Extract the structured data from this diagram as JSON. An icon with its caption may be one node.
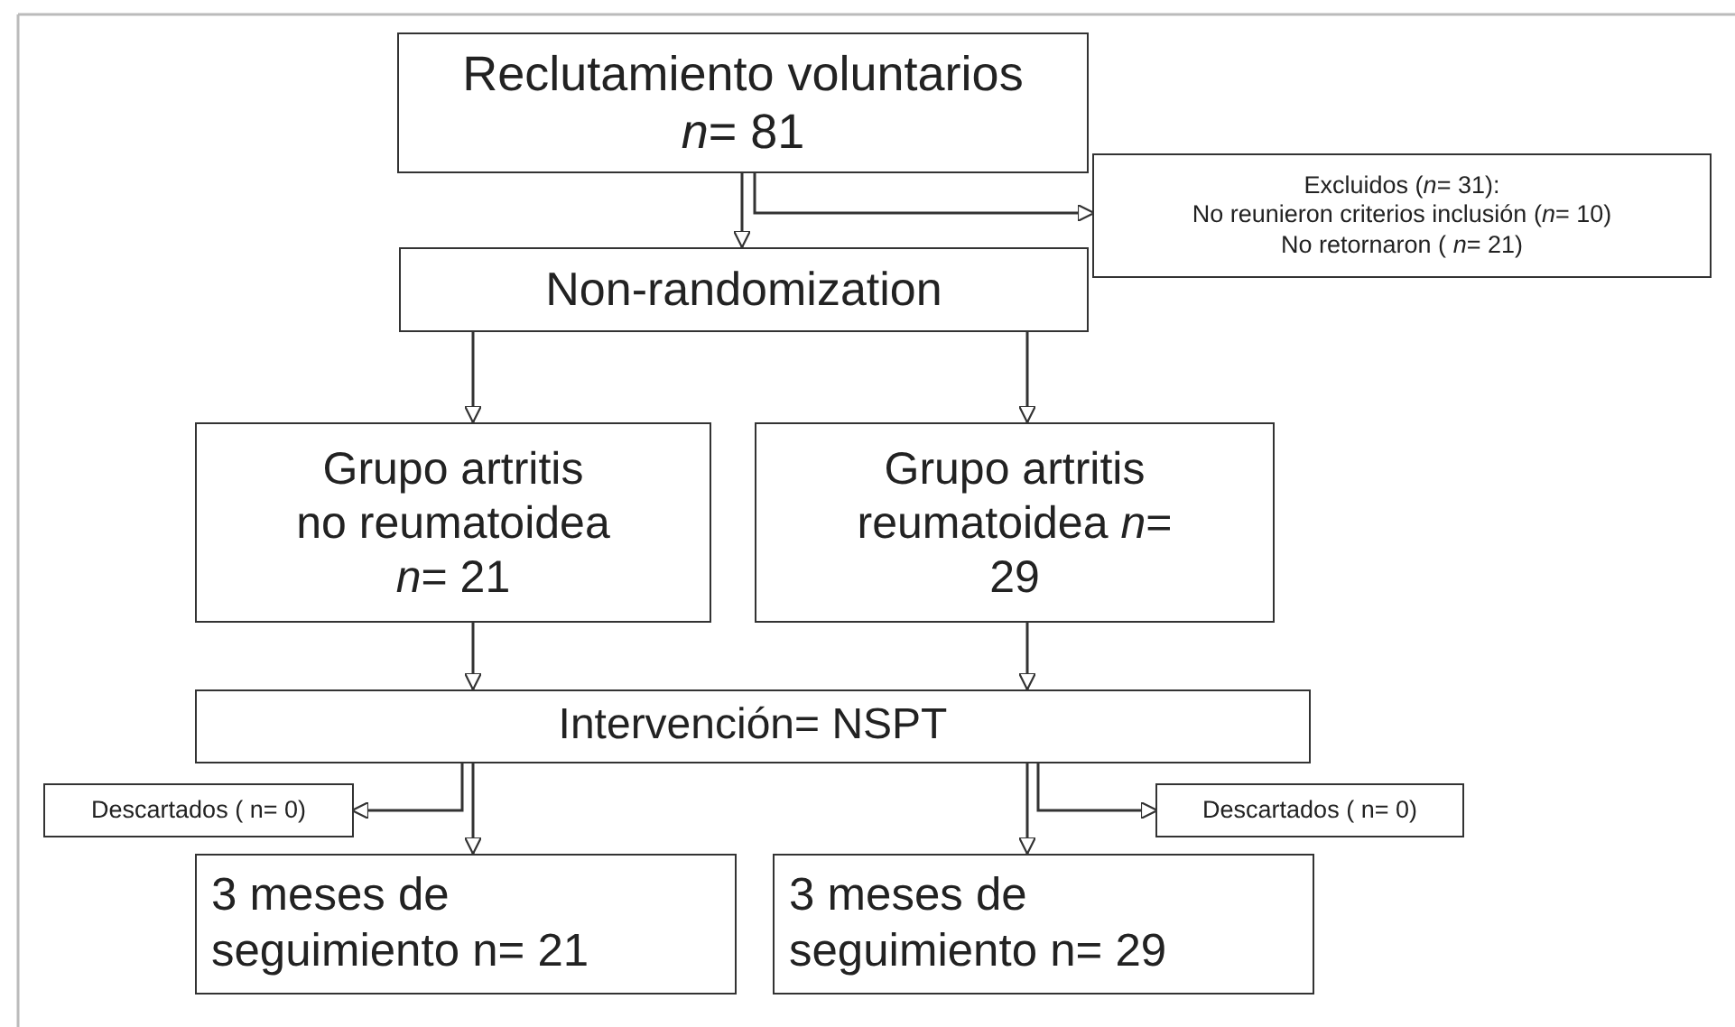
{
  "diagram": {
    "nodes": [
      {
        "text": [
          "Reclutamiento voluntarios *n*= 81"
        ]
      },
      {
        "text": [
          "Excluidos (*n*= 31):",
          "No reunieron criterios inclusión  (*n*= 10)",
          "No retornaron ( *n*= 21)"
        ]
      },
      {
        "text": [
          "Non-randomization"
        ]
      },
      {
        "text": [
          "Grupo artritis no reumatoidea *n*= 21"
        ]
      },
      {
        "text": [
          "Grupo artritis reumatoidea *n*= 29"
        ]
      },
      {
        "text": [
          "Intervención= NSPT"
        ]
      },
      {
        "text": [
          "Descartados ( n= 0)"
        ]
      },
      {
        "text": [
          "Descartados ( n= 0)"
        ]
      },
      {
        "text": [
          "3 meses de seguimiento n= 21"
        ]
      },
      {
        "text": [
          "3 meses de seguimiento n= 29"
        ]
      }
    ],
    "edges": [
      {
        "from": 0,
        "to": 2,
        "arrow": "to"
      },
      {
        "from": 0,
        "to": 1,
        "arrow": "to"
      },
      {
        "from": 2,
        "to": 3,
        "arrow": "to"
      },
      {
        "from": 2,
        "to": 4,
        "arrow": "to"
      },
      {
        "from": 3,
        "to": 5,
        "arrow": "to"
      },
      {
        "from": 4,
        "to": 5,
        "arrow": "to"
      },
      {
        "from": 5,
        "to": 8,
        "arrow": "to"
      },
      {
        "from": 5,
        "to": 6,
        "arrow": "to"
      },
      {
        "from": 5,
        "to": 9,
        "arrow": "to"
      },
      {
        "from": 5,
        "to": 7,
        "arrow": "to"
      }
    ]
  }
}
